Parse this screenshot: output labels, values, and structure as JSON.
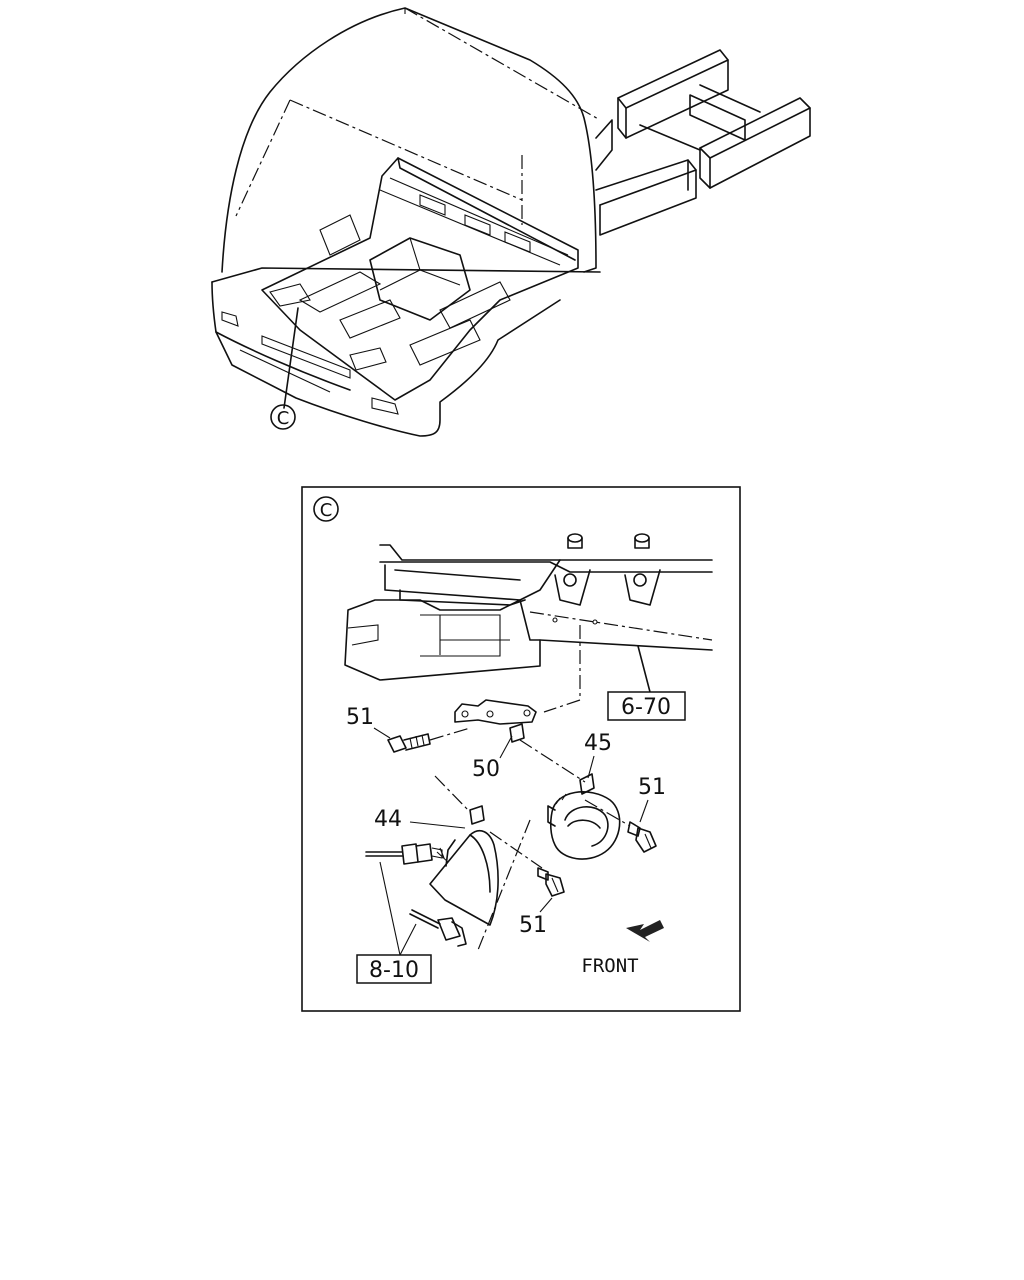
{
  "callout": {
    "letter": "C"
  },
  "detail": {
    "letter": "C",
    "refs": {
      "ref_6_70": "6-70",
      "ref_8_10": "8-10"
    },
    "parts": {
      "bolt_top_left": "51",
      "bracket": "50",
      "horn_low": "44",
      "horn_high": "45",
      "bolt_right": "51",
      "bolt_bottom": "51"
    },
    "front_label": "FRONT"
  }
}
